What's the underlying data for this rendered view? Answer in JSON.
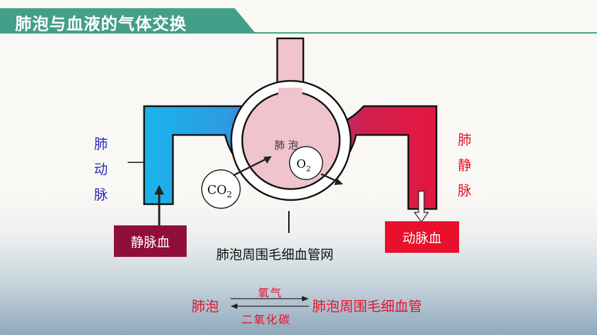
{
  "header": {
    "title": "肺泡与血液的气体交换"
  },
  "diagram": {
    "left_vessel": [
      "肺",
      "动",
      "脉"
    ],
    "right_vessel": [
      "肺",
      "静",
      "脉"
    ],
    "alveolus_label": "肺 泡",
    "co2": {
      "base": "CO",
      "sub": "2"
    },
    "o2": {
      "base": "O",
      "sub": "2"
    },
    "venous_box": "静脉血",
    "arterial_box": "动脉血",
    "capillary_caption": "肺泡周围毛细血管网"
  },
  "equation": {
    "left": "肺泡",
    "right": "肺泡周围毛细血管",
    "top_arrow_label": "氧气",
    "bottom_arrow_label": "二氧化碳"
  },
  "colors": {
    "title_bg": "#43a088",
    "venous_blue": "#1fb0ea",
    "arterial_red": "#e3173f",
    "venous_box": "#8f0e3a",
    "arterial_box": "#e8102a",
    "alveolus_pink": "#efc4cc",
    "left_label": "#2a2abf",
    "right_label": "#e8102a"
  }
}
